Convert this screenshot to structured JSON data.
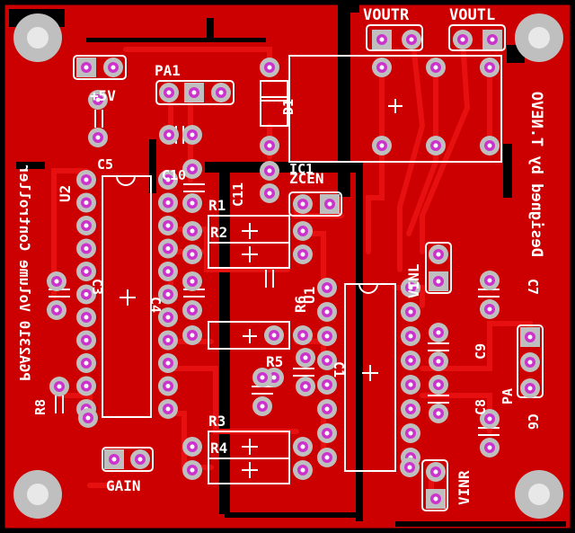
{
  "colors": {
    "background": "#000000",
    "copper": "#cc0000",
    "copper_dark": "#b00000",
    "trace": "#e00000",
    "silkscreen": "#ffffff",
    "pad_ring": "#bfbfbf",
    "pad_center": "#cc33cc"
  },
  "labels": {
    "voutr": "VOUTR",
    "voutl": "VOUTL",
    "pa1": "PA1",
    "plus5v": "+5V",
    "d1": "D1",
    "c5": "C5",
    "c10": "C10",
    "c11": "C11",
    "u2": "U2",
    "r1": "R1",
    "r2": "R2",
    "zcen": "ZCEN",
    "ic1": "IC1",
    "r6": "R6",
    "u1": "U1",
    "vinl": "VINL",
    "c3": "C3",
    "c4": "C4",
    "c7": "C7",
    "c9": "C9",
    "r5": "R5",
    "c1": "C1",
    "c8": "C8",
    "pa": "PA",
    "c6": "C6",
    "r8": "R8",
    "r3": "R3",
    "r4": "R4",
    "gain": "GAIN",
    "vinr": "VINR",
    "designer": "Designed by T.NEVO",
    "title_text": "PGA2310 Volume Controller"
  }
}
